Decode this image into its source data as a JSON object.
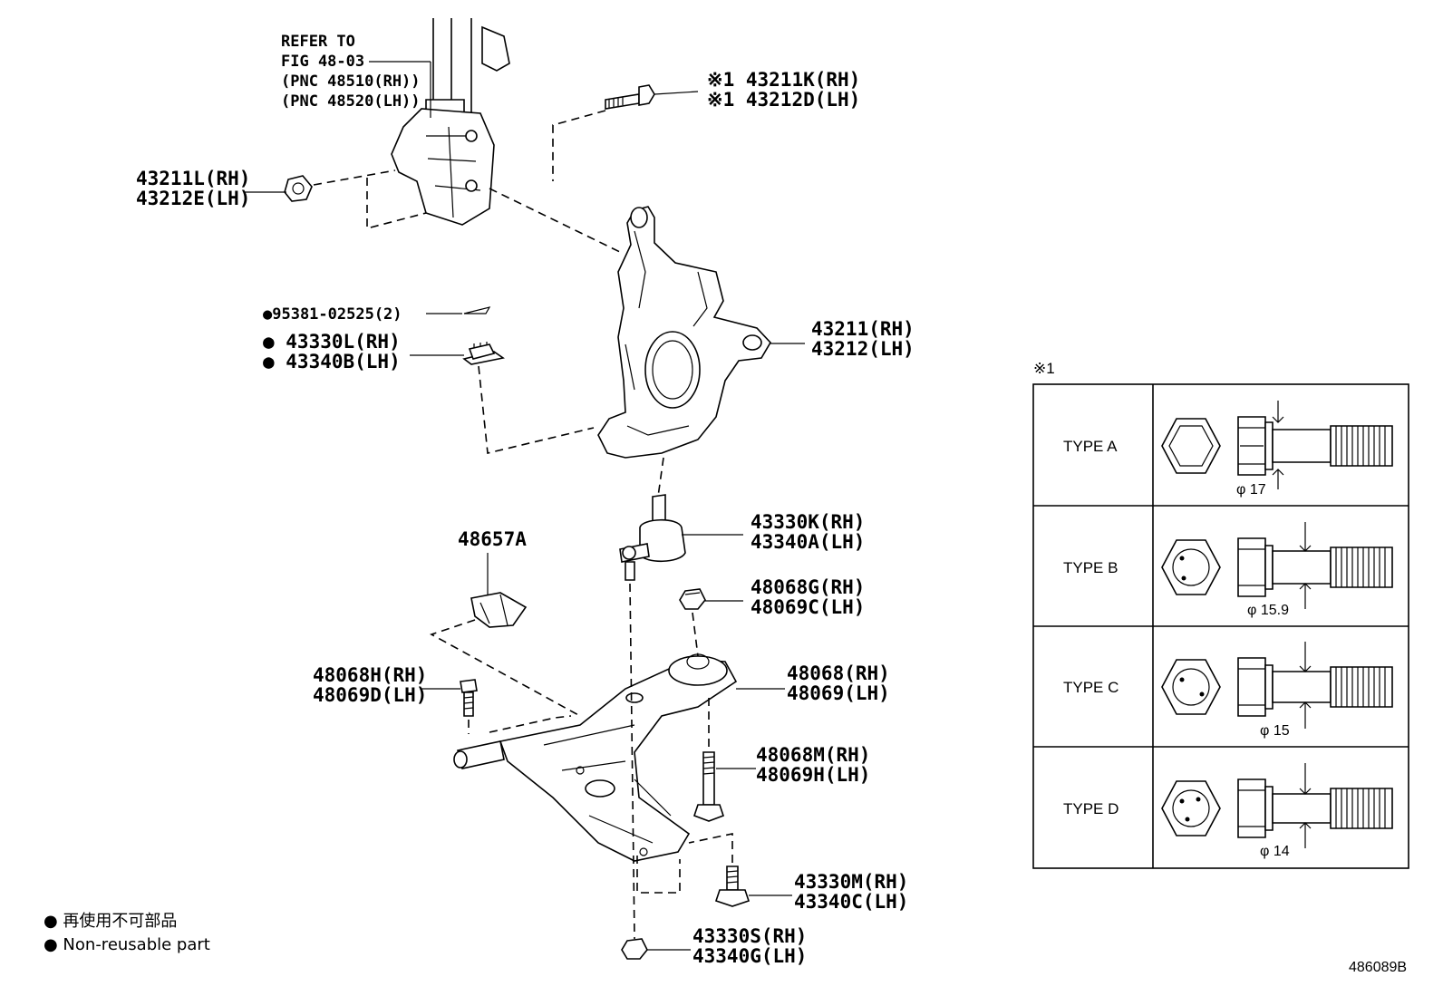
{
  "reference": {
    "line1": "REFER TO",
    "line2": "FIG 48-03",
    "line3": "(PNC 48510(RH))",
    "line4": "(PNC 48520(LH))"
  },
  "callouts": {
    "bolt_upper_rh": "※1 43211K(RH)",
    "bolt_upper_lh": "※1 43212D(LH)",
    "nut_upper_rh": "43211L(RH)",
    "nut_upper_lh": "43212E(LH)",
    "cotter_pin": "●95381-02525(2)",
    "ballcover_rh": "● 43330L(RH)",
    "ballcover_lh": "● 43340B(LH)",
    "knuckle_rh": "43211(RH)",
    "knuckle_lh": "43212(LH)",
    "balljoint_rh": "43330K(RH)",
    "balljoint_lh": "43340A(LH)",
    "bracket": "48657A",
    "nut_arm_rh": "48068G(RH)",
    "nut_arm_lh": "48069C(LH)",
    "bolt_front_rh": "48068H(RH)",
    "bolt_front_lh": "48069D(LH)",
    "arm_rh": "48068(RH)",
    "arm_lh": "48069(LH)",
    "bolt_rear_rh": "48068M(RH)",
    "bolt_rear_lh": "48069H(LH)",
    "bolt_lower_rh": "43330M(RH)",
    "bolt_lower_lh": "43340C(LH)",
    "nut_lower_rh": "43330S(RH)",
    "nut_lower_lh": "43340G(LH)"
  },
  "legend": {
    "jp": "● 再使用不可部品",
    "en": "● Non-reusable part"
  },
  "table": {
    "note_mark": "※1",
    "rows": [
      {
        "type": "TYPE A",
        "diameter": "φ 17"
      },
      {
        "type": "TYPE B",
        "diameter": "φ 15.9"
      },
      {
        "type": "TYPE C",
        "diameter": "φ 15"
      },
      {
        "type": "TYPE D",
        "diameter": "φ 14"
      }
    ]
  },
  "figure_code": "486089B"
}
